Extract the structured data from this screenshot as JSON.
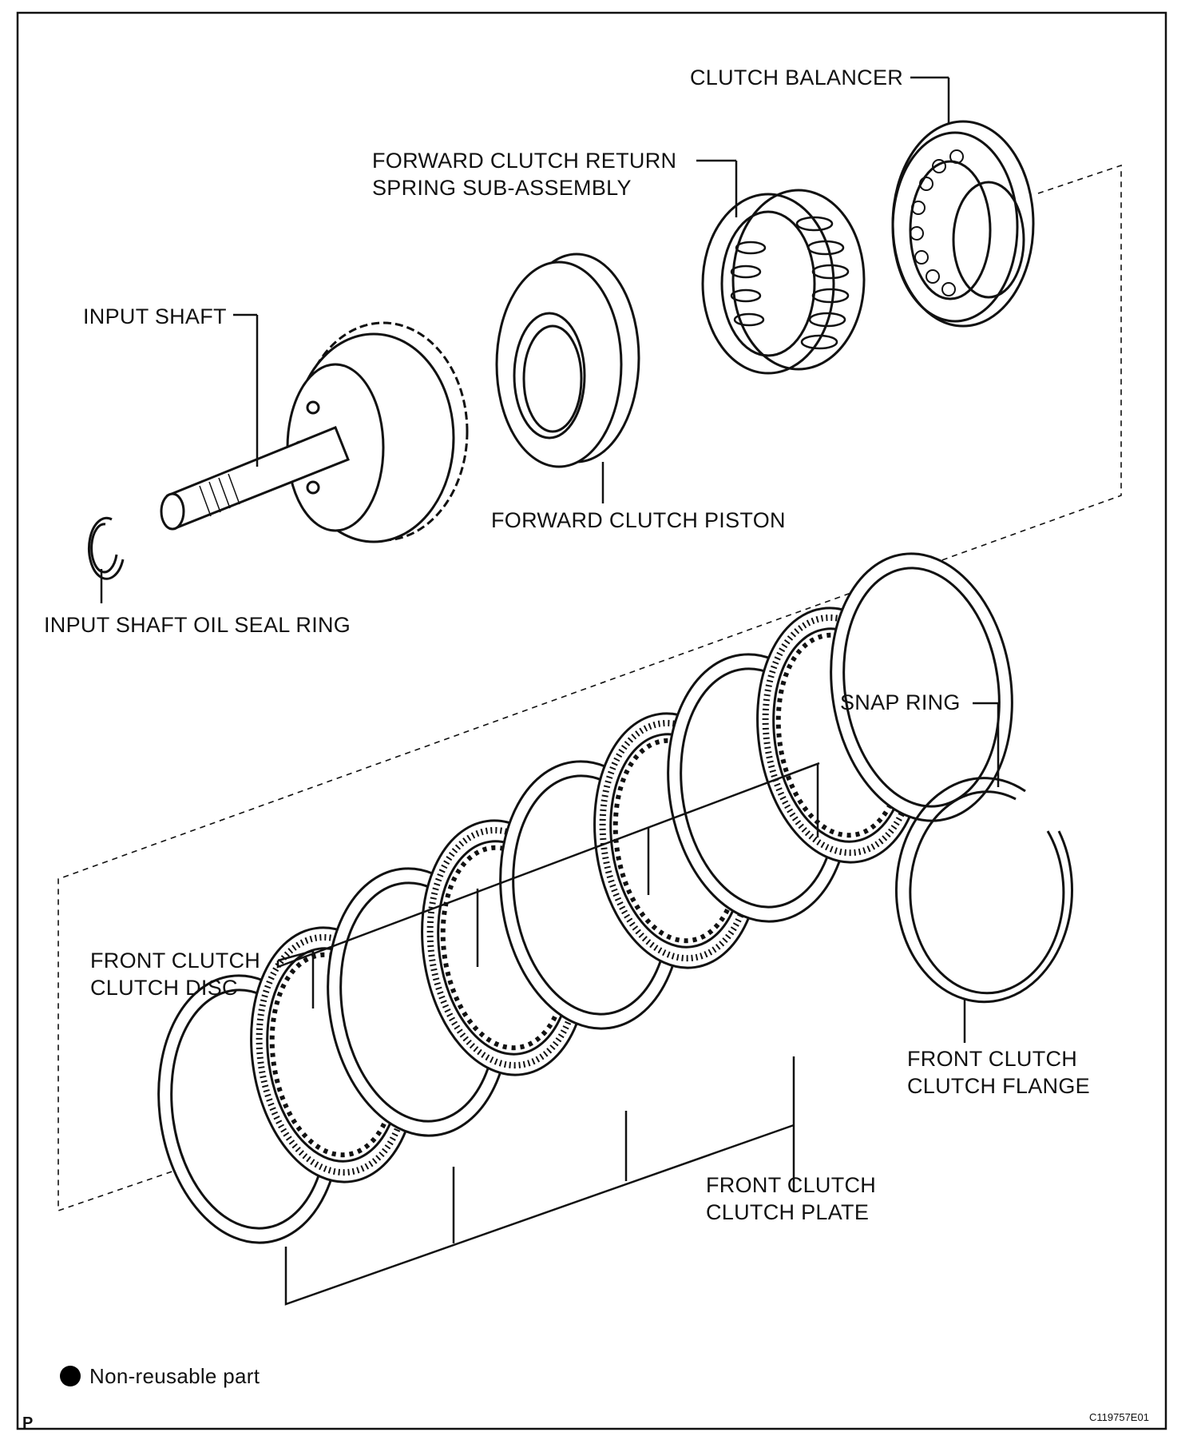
{
  "labels": {
    "clutch_balancer": "CLUTCH BALANCER",
    "return_spring_1": "FORWARD CLUTCH RETURN",
    "return_spring_2": "SPRING SUB-ASSEMBLY",
    "input_shaft": "INPUT SHAFT",
    "forward_clutch_piston": "FORWARD CLUTCH PISTON",
    "oil_seal_ring": "INPUT SHAFT OIL SEAL RING",
    "snap_ring": "SNAP RING",
    "clutch_disc_1": "FRONT CLUTCH",
    "clutch_disc_2": "CLUTCH DISC",
    "clutch_flange_1": "FRONT CLUTCH",
    "clutch_flange_2": "CLUTCH FLANGE",
    "clutch_plate_1": "FRONT CLUTCH",
    "clutch_plate_2": "CLUTCH PLATE"
  },
  "legend": {
    "text": "Non-reusable part",
    "symbol_color": "#000000"
  },
  "corner_mark": "P",
  "figure_code": "C119757E01",
  "colors": {
    "line": "#111111",
    "background": "#ffffff"
  }
}
